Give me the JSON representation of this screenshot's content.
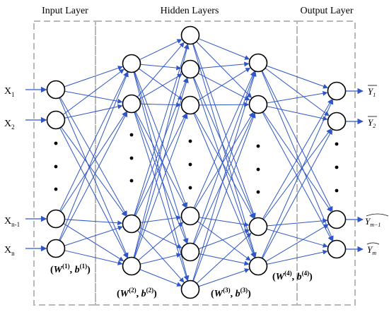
{
  "layers": {
    "input_title": "Input Layer",
    "hidden_title": "Hidden Layers",
    "output_title": "Output Layer"
  },
  "inputs": [
    {
      "main": "X",
      "sub": "1"
    },
    {
      "main": "X",
      "sub": "2"
    },
    {
      "main": "X",
      "sub": "n-1"
    },
    {
      "main": "X",
      "sub": "n"
    }
  ],
  "outputs": [
    {
      "main": "Y",
      "sub": "1"
    },
    {
      "main": "Y",
      "sub": "2"
    },
    {
      "main": "Y",
      "sub": "m−1"
    },
    {
      "main": "Y",
      "sub": "m"
    }
  ],
  "params": [
    {
      "w": "W",
      "w_sup": "(1)",
      "b": "b",
      "b_sup": "(1)"
    },
    {
      "w": "W",
      "w_sup": "(2)",
      "b": "b",
      "b_sup": "(2)"
    },
    {
      "w": "W",
      "w_sup": "(3)",
      "b": "b",
      "b_sup": "(3)"
    },
    {
      "w": "W",
      "w_sup": "(4)",
      "b": "b",
      "b_sup": "(4)"
    }
  ],
  "colors": {
    "edge": "#2f56c6",
    "frame": "#b8b8b8",
    "node_stroke": "#000000"
  }
}
